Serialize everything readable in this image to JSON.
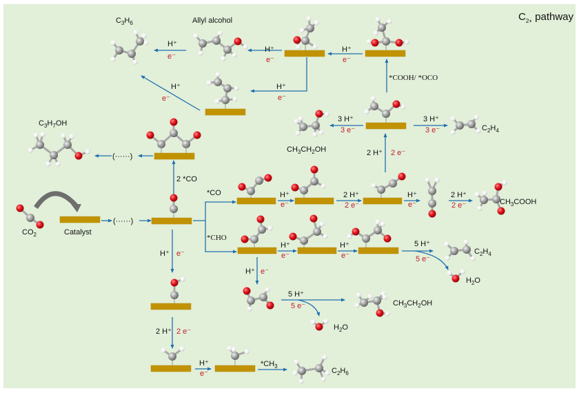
{
  "title": {
    "main": "C",
    "sub": "2+",
    "rest": " pathway"
  },
  "colors": {
    "background": "#e2efd9",
    "catalyst_surface": "#c19304",
    "arrow": "#1f6fb0",
    "electron_text": "#c0202a",
    "carbon": "#9a9a9a",
    "oxygen": "#e0141c",
    "hydrogen": "#f4f4f4"
  },
  "reactants": {
    "co2": {
      "main": "CO",
      "sub": "2"
    },
    "catalyst": "Catalyst"
  },
  "placeholders": {
    "ellipsis": "(······)"
  },
  "steps": {
    "h_plus": "H⁺",
    "e_minus": "e⁻",
    "two_h": "2 H⁺",
    "two_e": "2 e⁻",
    "three_h": "3 H⁺",
    "three_e": "3 e⁻",
    "five_h": "5 H⁺",
    "five_e": "5 e⁻",
    "two_co": "2 *CO",
    "co": "*CO",
    "cho": "*CHO",
    "cooh_oco": "*COOH/ *OCO",
    "ch3": {
      "main": "*CH",
      "sub": "3"
    }
  },
  "products": {
    "c3h6": {
      "parts": [
        "C",
        "3",
        "H",
        "6"
      ]
    },
    "allyl_alcohol": "Allyl alcohol",
    "c3h7oh": {
      "parts": [
        "C",
        "3",
        "H",
        "7",
        "OH"
      ]
    },
    "c2h4": {
      "parts": [
        "C",
        "2",
        "H",
        "4"
      ]
    },
    "ch3ch2oh": {
      "parts": [
        "CH",
        "3",
        "CH",
        "2",
        "OH"
      ]
    },
    "ch3cooh": {
      "parts": [
        "CH",
        "3",
        "COOH"
      ]
    },
    "h2o": {
      "parts": [
        "H",
        "2",
        "O"
      ]
    },
    "c2h6": {
      "parts": [
        "C",
        "2",
        "H",
        "6"
      ]
    }
  }
}
